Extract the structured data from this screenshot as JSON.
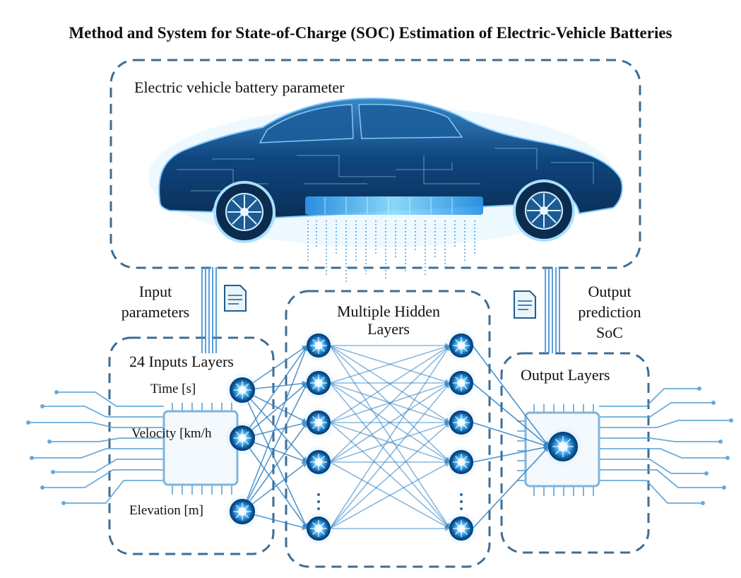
{
  "title": "Method and System for State-of-Charge (SOC) Estimation of Electric-Vehicle Batteries",
  "vehicle_box": {
    "label": "Electric vehicle battery parameter"
  },
  "input_flow": {
    "line1": "Input",
    "line2": "parameters"
  },
  "output_flow": {
    "line1": "Output",
    "line2": "prediction",
    "line3": "SoC"
  },
  "input_layer": {
    "title": "24 Inputs Layers",
    "features": [
      "Time [s]",
      "Velocity [km/h",
      "Elevation [m]"
    ]
  },
  "hidden_layer": {
    "line1": "Multiple Hidden",
    "line2": "Layers"
  },
  "output_layer": {
    "title": "Output Layers"
  },
  "colors": {
    "dashed_border": "#3d6d94",
    "neuron_glow": "#1f8fd8",
    "connection": "#2a7fc4",
    "car_body": "#0d3a66",
    "battery": "#3fb3ff",
    "circuit": "#5aa3d8"
  },
  "icons": [
    "car-icon",
    "neuron-icon",
    "chip-icon",
    "document-icon",
    "circuit-trace-icon"
  ]
}
